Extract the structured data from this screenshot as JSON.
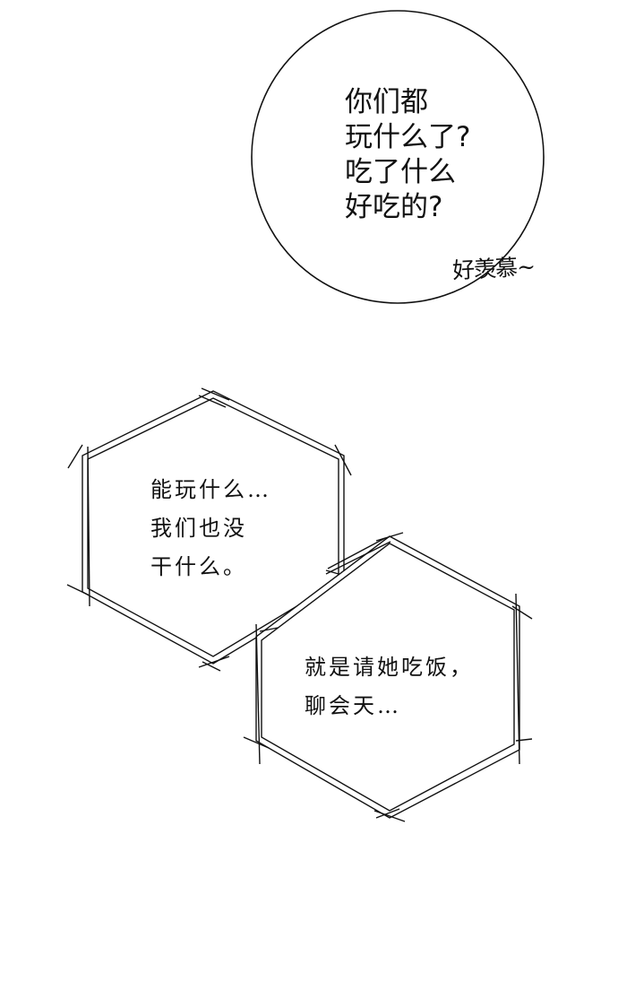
{
  "panel": {
    "circle_bubble": {
      "lines": [
        "你们都",
        "玩什么了?",
        "吃了什么",
        "好吃的?"
      ]
    },
    "sfx": {
      "text": "好羡慕~"
    },
    "hex_bubble_1": {
      "lines": [
        "能玩什么…",
        "我们也没",
        "干什么。"
      ]
    },
    "hex_bubble_2": {
      "lines": [
        "就是请她吃饭，",
        "聊会天…"
      ]
    }
  },
  "colors": {
    "background": "#ffffff",
    "ink": "#111111"
  }
}
